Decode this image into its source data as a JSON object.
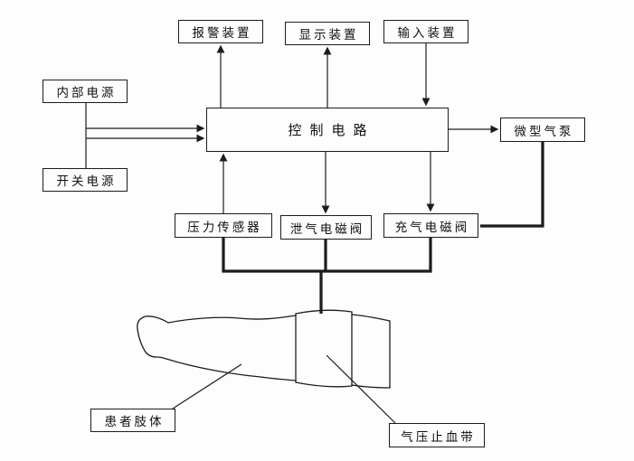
{
  "diagram": {
    "type": "block-diagram",
    "subject": "pneumatic tourniquet control system",
    "colors": {
      "line": "#1c1c1c",
      "background": "#fdfdfd",
      "text": "#111111"
    },
    "nodes": {
      "alarm": "报警装置",
      "display": "显示装置",
      "input": "输入装置",
      "internal_power": "内部电源",
      "switch_power": "开关电源",
      "control": "控制电路",
      "pump": "微型气泵",
      "pressure_sensor": "压力传感器",
      "deflate_valve": "泄气电磁阀",
      "inflate_valve": "充气电磁阀",
      "patient_limb": "患者肢体",
      "tourniquet": "气压止血带"
    },
    "connections": [
      "控制电路 -> 报警装置",
      "控制电路 -> 显示装置",
      "输入装置 -> 控制电路",
      "内部电源 -> 控制电路",
      "开关电源 -> 控制电路",
      "控制电路 -> 微型气泵",
      "压力传感器 -> 控制电路",
      "控制电路 -> 泄气电磁阀",
      "控制电路 -> 充气电磁阀",
      "微型气泵 => 充气电磁阀 (气路)",
      "充气电磁阀/泄气电磁阀/压力传感器 => 气压止血带 (气路)"
    ]
  }
}
